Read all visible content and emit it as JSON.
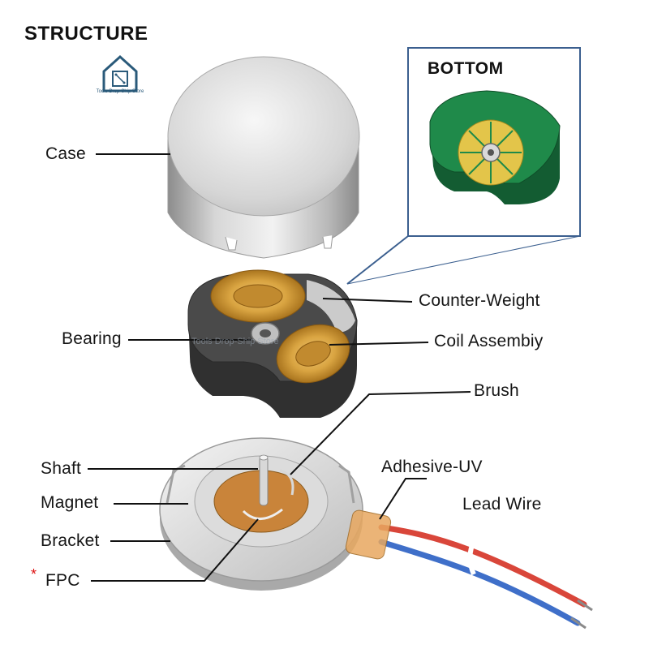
{
  "title": "STRUCTURE",
  "inset": {
    "title": "BOTTOM"
  },
  "logo": {
    "text": "Tools Drop-Ship Store",
    "icon": "house-circuit-icon"
  },
  "watermark": {
    "text": "Tools Drop-Ship Store"
  },
  "labels": {
    "case": "Case",
    "counter_weight": "Counter-Weight",
    "bearing": "Bearing",
    "coil_assembly": "Coil Assembiy",
    "brush": "Brush",
    "shaft": "Shaft",
    "adhesive_uv": "Adhesive-UV",
    "magnet": "Magnet",
    "lead_wire": "Lead Wire",
    "bracket": "Bracket",
    "fpc": "FPC",
    "fpc_marker": "*"
  },
  "colors": {
    "case_metal": "#c8c8c8",
    "rotor_dark": "#3e3e3e",
    "coil_gold": "#d9a441",
    "pcb_green": "#1f8a4a",
    "wire_red": "#d9463a",
    "wire_blue": "#3f6fc9",
    "inset_border": "#3b5f8f",
    "marker_red": "#dd1111"
  }
}
